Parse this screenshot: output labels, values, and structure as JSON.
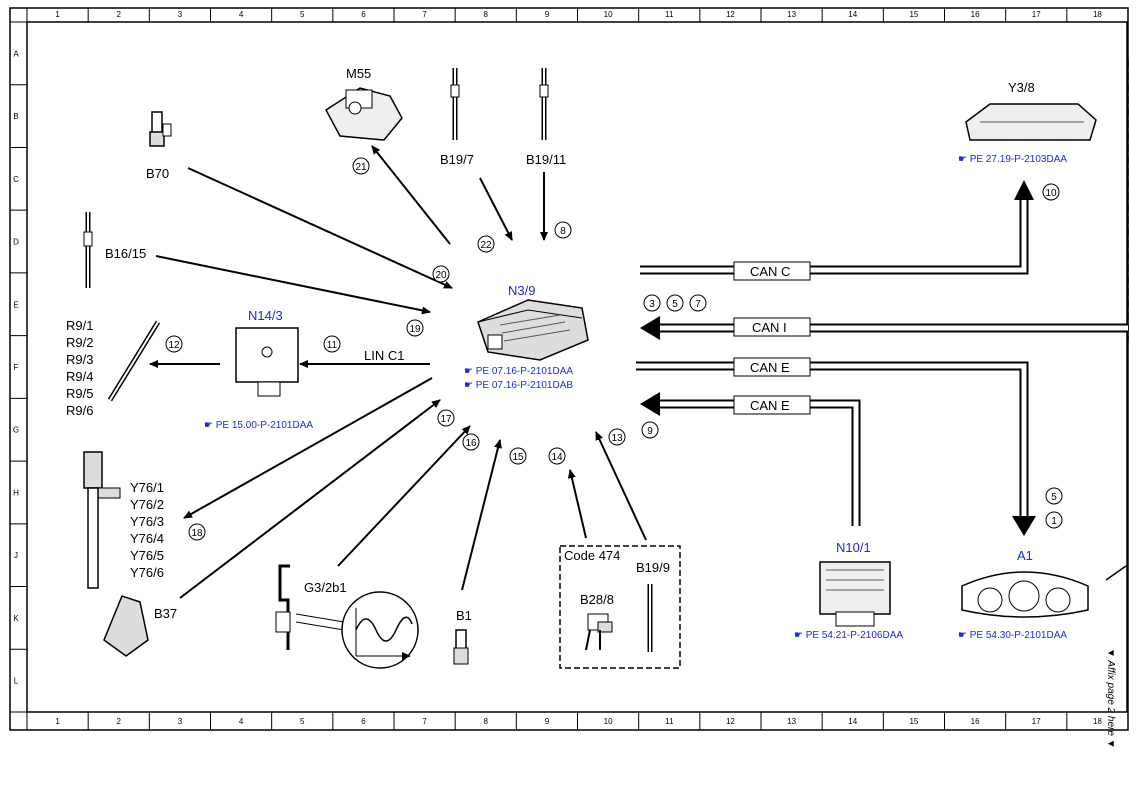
{
  "grid": {
    "columns": [
      "1",
      "2",
      "3",
      "4",
      "5",
      "6",
      "7",
      "8",
      "9",
      "10",
      "11",
      "12",
      "13",
      "14",
      "15",
      "16",
      "17",
      "18"
    ],
    "rows": [
      "A",
      "B",
      "C",
      "D",
      "E",
      "F",
      "G",
      "H",
      "J",
      "K",
      "L"
    ]
  },
  "center": {
    "label": "N3/9",
    "refs": [
      "PE 07.16-P-2101DAA",
      "PE 07.16-P-2101DAB"
    ]
  },
  "components": {
    "m55": "M55",
    "b19_7": "B19/7",
    "b19_11": "B19/11",
    "b70": "B70",
    "b16_15": "B16/15",
    "n14_3": "N14/3",
    "n14_3_ref": "PE 15.00-P-2101DAA",
    "lin": "LIN C1",
    "r9": [
      "R9/1",
      "R9/2",
      "R9/3",
      "R9/4",
      "R9/5",
      "R9/6"
    ],
    "y76": [
      "Y76/1",
      "Y76/2",
      "Y76/3",
      "Y76/4",
      "Y76/5",
      "Y76/6"
    ],
    "b37": "B37",
    "g3": "G3/2b1",
    "b1": "B1",
    "code": "Code 474",
    "b28_8": "B28/8",
    "b19_9": "B19/9",
    "n10_1": "N10/1",
    "n10_1_ref": "PE 54.21-P-2106DAA",
    "a1": "A1",
    "a1_ref": "PE 54.30-P-2101DAA",
    "y3_8": "Y3/8",
    "y3_8_ref": "PE 27.19-P-2103DAA"
  },
  "buses": {
    "can_c": "CAN C",
    "can_i": "CAN I",
    "can_e1": "CAN E",
    "can_e2": "CAN E"
  },
  "numbers": {
    "n21": "21",
    "n22": "22",
    "n8": "8",
    "n20": "20",
    "n19": "19",
    "n11": "11",
    "n12": "12",
    "n17": "17",
    "n16": "16",
    "n15": "15",
    "n14": "14",
    "n13": "13",
    "n18": "18",
    "n9": "9",
    "n10": "10",
    "n3": "3",
    "n5a": "5",
    "n7": "7",
    "n5b": "5",
    "n1": "1"
  },
  "side_note": "▼ Affix page 2 here ▼"
}
